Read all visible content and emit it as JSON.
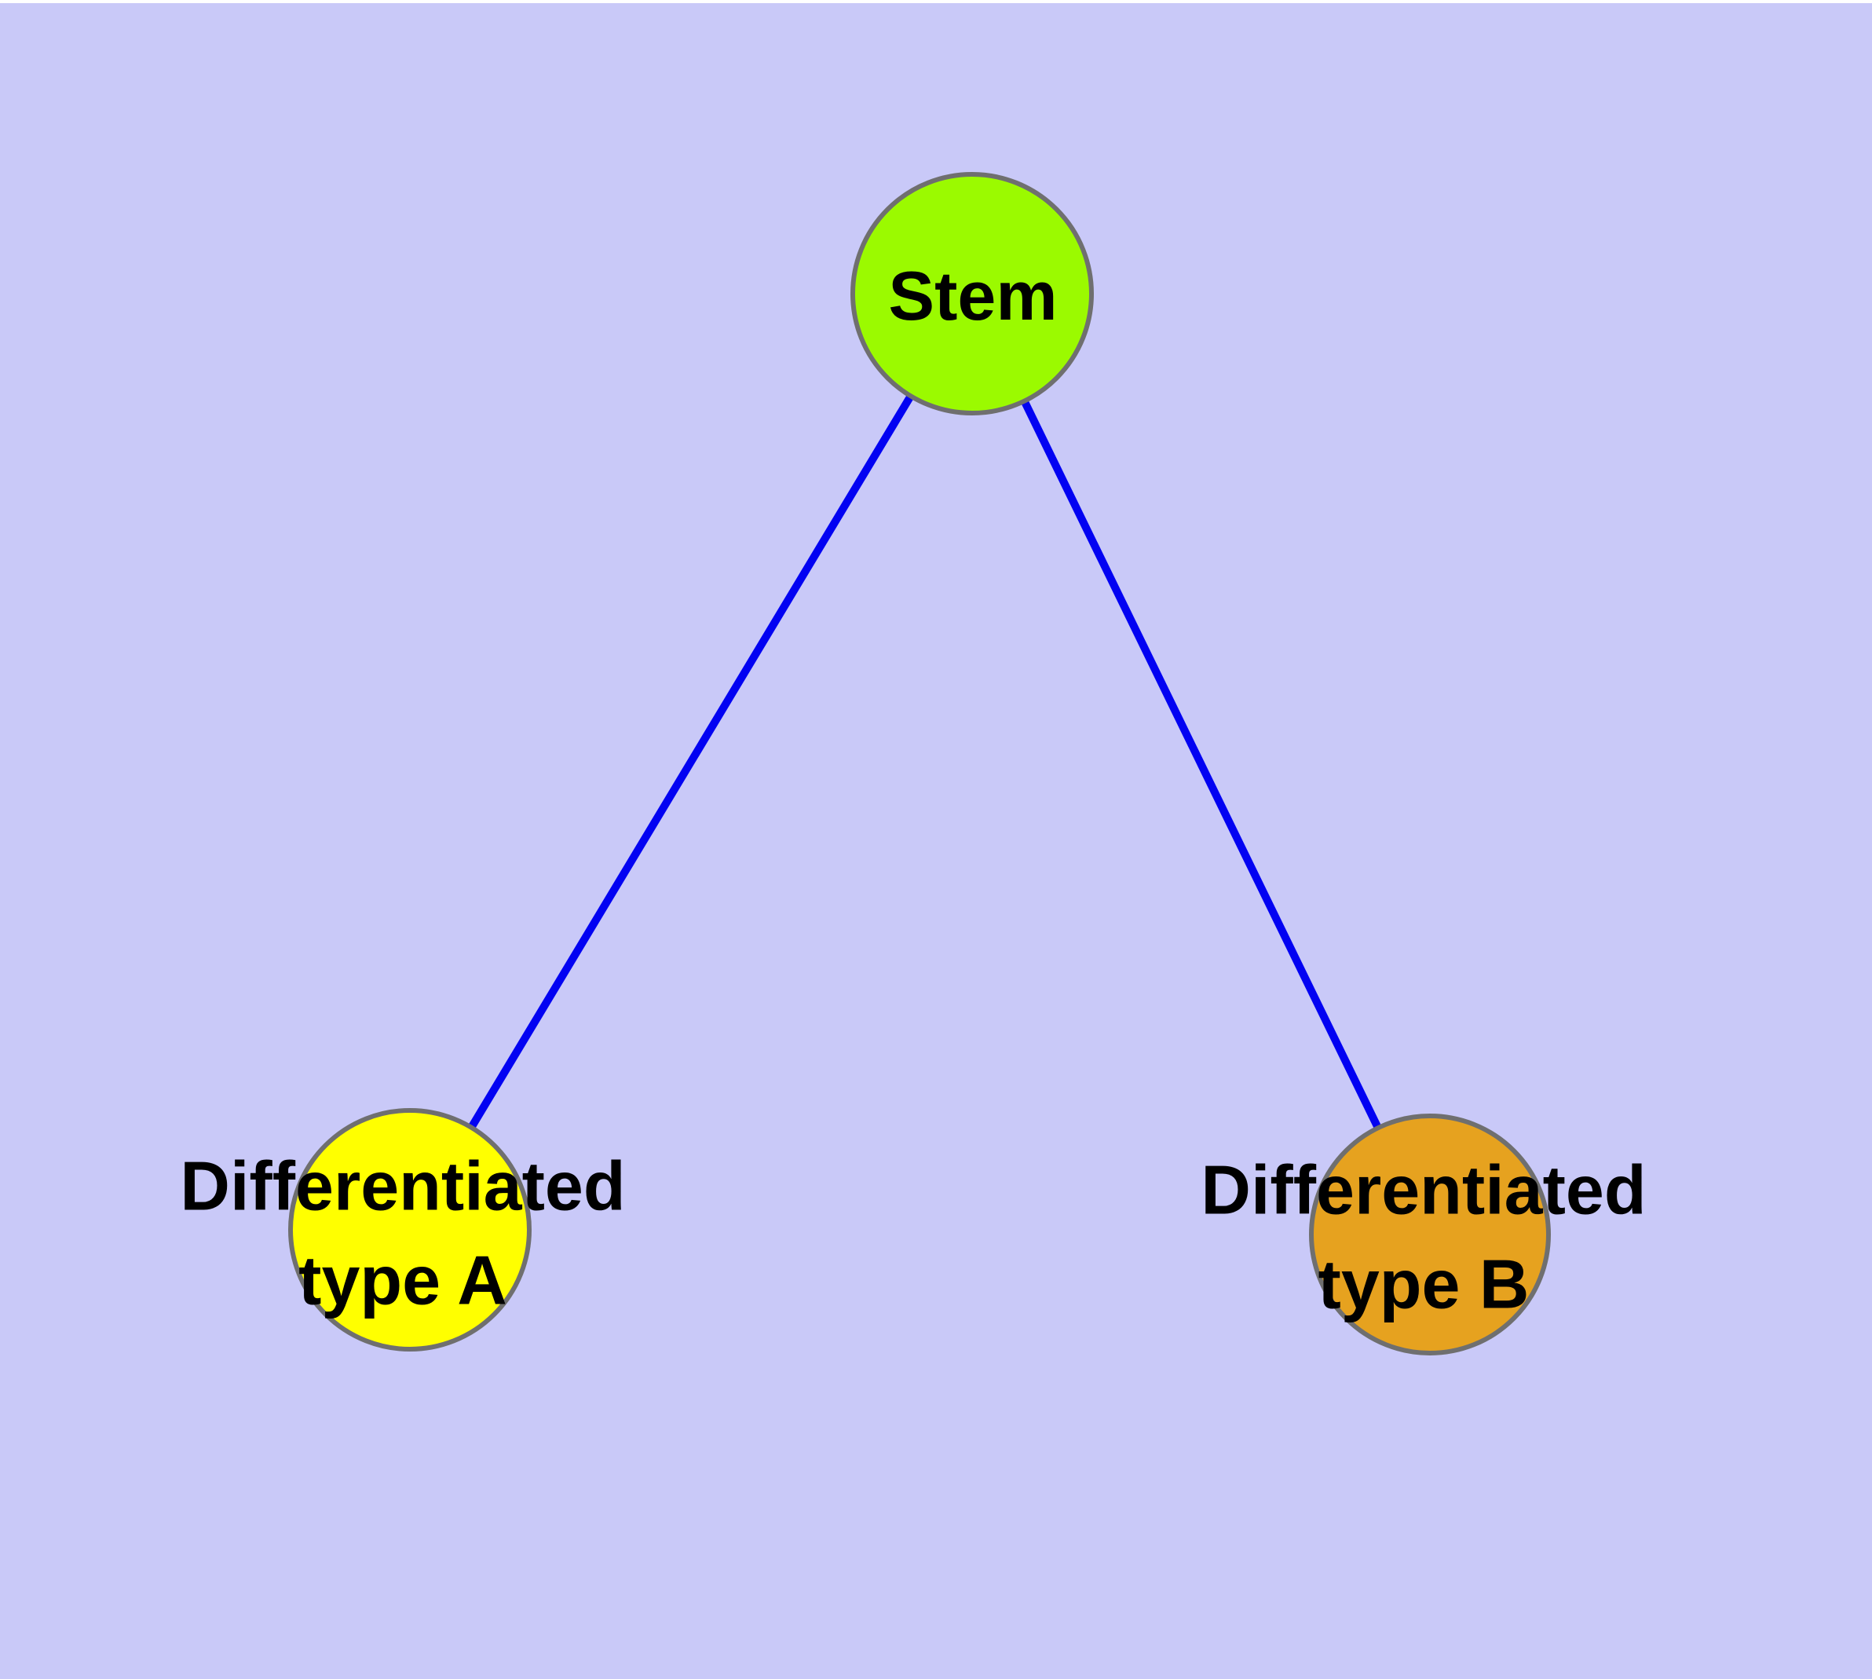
{
  "diagram": {
    "background_color": "#C9C9F8",
    "edge_color": "#0202F2",
    "node_border_color": "#6F6F6F",
    "text_color": "#000000",
    "nodes": {
      "stem": {
        "label": "Stem",
        "fill_color": "#9BFA00"
      },
      "type_a": {
        "label": "Differentiated\ntype A",
        "fill_color": "#FFFF00"
      },
      "type_b": {
        "label": "Differentiated\ntype B",
        "fill_color": "#E6A21F"
      }
    },
    "edges": [
      {
        "from": "Stem",
        "to": "Differentiated type A"
      },
      {
        "from": "Stem",
        "to": "Differentiated type B"
      }
    ]
  }
}
